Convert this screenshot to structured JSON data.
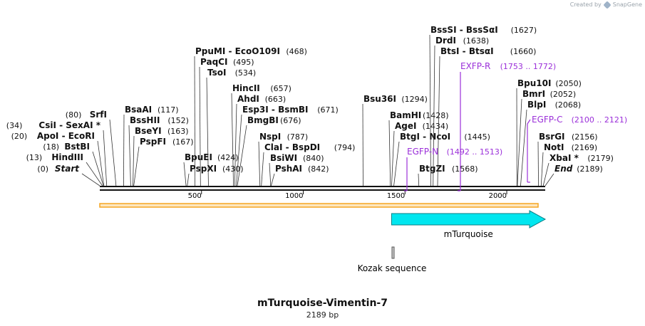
{
  "credit": {
    "text": "Created by",
    "brand": "SnapGene"
  },
  "plasmid": {
    "name": "mTurquoise-Vimentin-7",
    "length_label": "2189 bp",
    "length": 2189
  },
  "axis": {
    "ticks": [
      500,
      1000,
      1500,
      2000
    ]
  },
  "sites": [
    {
      "name": "Start",
      "pos": 0,
      "label": "(0)",
      "italic": true
    },
    {
      "name": "HindIII",
      "pos": 13,
      "label": "(13)"
    },
    {
      "name": "BstBI",
      "pos": 18,
      "label": "(18)"
    },
    {
      "name": "ApoI - EcoRI",
      "pos": 20,
      "label": "(20)"
    },
    {
      "name": "CsiI - SexAI *",
      "pos": 34,
      "label": "(34)"
    },
    {
      "name": "SrfI",
      "pos": 80,
      "label": "(80)"
    },
    {
      "name": "BsaAI",
      "pos": 117,
      "label": "(117)"
    },
    {
      "name": "BssHII",
      "pos": 152,
      "label": "(152)"
    },
    {
      "name": "BseYI",
      "pos": 163,
      "label": "(163)"
    },
    {
      "name": "PspFI",
      "pos": 167,
      "label": "(167)"
    },
    {
      "name": "BpuEI",
      "pos": 424,
      "label": "(424)"
    },
    {
      "name": "PspXI",
      "pos": 430,
      "label": "(430)"
    },
    {
      "name": "PpuMI - EcoO109I",
      "pos": 468,
      "label": "(468)"
    },
    {
      "name": "PaqCI",
      "pos": 495,
      "label": "(495)"
    },
    {
      "name": "TsoI",
      "pos": 534,
      "label": "(534)"
    },
    {
      "name": "HincII",
      "pos": 657,
      "label": "(657)"
    },
    {
      "name": "AhdI",
      "pos": 663,
      "label": "(663)"
    },
    {
      "name": "Esp3I - BsmBI",
      "pos": 671,
      "label": "(671)"
    },
    {
      "name": "BmgBI",
      "pos": 676,
      "label": "(676)"
    },
    {
      "name": "NspI",
      "pos": 787,
      "label": "(787)"
    },
    {
      "name": "ClaI - BspDI",
      "pos": 794,
      "label": "(794)"
    },
    {
      "name": "BsiWI",
      "pos": 840,
      "label": "(840)"
    },
    {
      "name": "PshAI",
      "pos": 842,
      "label": "(842)"
    },
    {
      "name": "Bsu36I",
      "pos": 1294,
      "label": "(1294)"
    },
    {
      "name": "BamHI",
      "pos": 1428,
      "label": "(1428)"
    },
    {
      "name": "AgeI",
      "pos": 1434,
      "label": "(1434)"
    },
    {
      "name": "BtgI - NcoI",
      "pos": 1445,
      "label": "(1445)"
    },
    {
      "name": "BtgZI",
      "pos": 1568,
      "label": "(1568)"
    },
    {
      "name": "BssSI - BssSαI",
      "pos": 1627,
      "label": "(1627)"
    },
    {
      "name": "DrdI",
      "pos": 1638,
      "label": "(1638)"
    },
    {
      "name": "BtsI - BtsαI",
      "pos": 1660,
      "label": "(1660)"
    },
    {
      "name": "Bpu10I",
      "pos": 2050,
      "label": "(2050)"
    },
    {
      "name": "BmrI",
      "pos": 2052,
      "label": "(2052)"
    },
    {
      "name": "BlpI",
      "pos": 2068,
      "label": "(2068)"
    },
    {
      "name": "BsrGI",
      "pos": 2156,
      "label": "(2156)"
    },
    {
      "name": "NotI",
      "pos": 2169,
      "label": "(2169)"
    },
    {
      "name": "XbaI *",
      "pos": 2179,
      "label": "(2179)"
    },
    {
      "name": "End",
      "pos": 2189,
      "label": "(2189)",
      "italic": true
    }
  ],
  "primers": [
    {
      "name": "EGFP-N",
      "range": "(1492 .. 1513)",
      "start": 1492,
      "end": 1513,
      "color": "#9b30d9"
    },
    {
      "name": "EXFP-R",
      "range": "(1753 .. 1772)",
      "start": 1753,
      "end": 1772,
      "color": "#9b30d9"
    },
    {
      "name": "EGFP-C",
      "range": "(2100 .. 2121)",
      "start": 2100,
      "end": 2121,
      "color": "#9b30d9"
    }
  ],
  "features": [
    {
      "name": "mTurquoise",
      "start": 1434,
      "end": 2189,
      "color": "#00e6ef",
      "stroke": "#0a7f86",
      "type": "arrow"
    },
    {
      "name": "Kozak sequence",
      "start": 1424,
      "end": 1434,
      "color": "#cccccc",
      "stroke": "#555555",
      "type": "box"
    }
  ],
  "colors": {
    "backbone": "#111111",
    "orange_bar": "#f5a623",
    "orange_fill": "#fde7c0"
  }
}
